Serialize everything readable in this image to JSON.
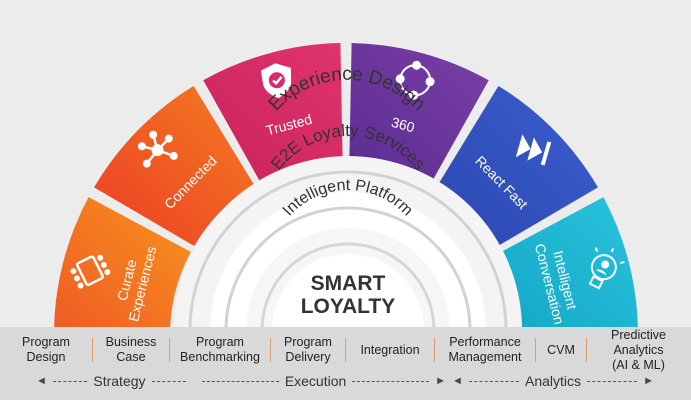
{
  "segments": [
    {
      "label": "Curate\nExperiences",
      "icon": "table-icon",
      "color1": "#f7931e",
      "color2": "#ef5a24"
    },
    {
      "label": "Connected",
      "icon": "network-icon",
      "color1": "#f47c20",
      "color2": "#ec3d26"
    },
    {
      "label": "Trusted",
      "icon": "shield-check-icon",
      "color1": "#e0336e",
      "color2": "#c8235a"
    },
    {
      "label": "360",
      "icon": "cycle-icon",
      "color1": "#7b3fa6",
      "color2": "#5b2d91"
    },
    {
      "label": "React Fast",
      "icon": "fast-forward-icon",
      "color1": "#3a5fcf",
      "color2": "#2c47b0"
    },
    {
      "label": "Intelligent\nConversation",
      "icon": "lightbulb-person-icon",
      "color1": "#29c3dc",
      "color2": "#14a7c7"
    }
  ],
  "rings": {
    "outer": "Experience Design",
    "middle": "E2E Loyalty Services",
    "inner": "Intelligent Platform"
  },
  "core": {
    "line1": "SMART",
    "line2": "LOYALTY"
  },
  "columns": [
    "Program\nDesign",
    "Business\nCase",
    "Program\nBenchmarking",
    "Program\nDelivery",
    "Integration",
    "Performance\nManagement",
    "CVM",
    "Predictive\nAnalytics\n(AI & ML)"
  ],
  "phases": [
    {
      "label": "Strategy"
    },
    {
      "label": "Execution"
    },
    {
      "label": "Analytics"
    }
  ]
}
